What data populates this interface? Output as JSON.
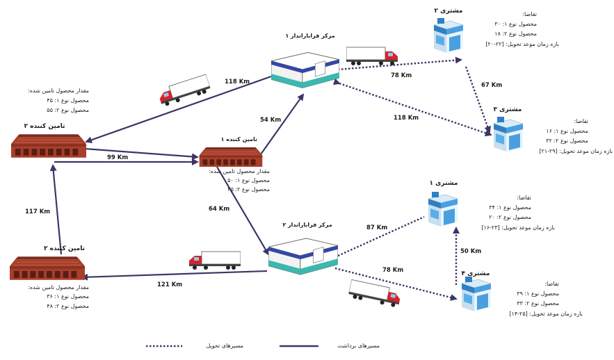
{
  "suppliers": [
    {
      "title": "تامین کننده ۲",
      "supply_title": "مقدار محصول تامین شده:",
      "lines": [
        "محصول نوع ۱: ۴۵",
        "محصول نوع ۲: ۵۵"
      ]
    },
    {
      "title": "تامین کننده ۱",
      "supply_title": "مقدار محصول تامین شده:",
      "lines": [
        "محصول نوع ۱: ۵۰",
        "محصول نوع ۲: ۲۵"
      ]
    },
    {
      "title": "تامین کننده ۲",
      "supply_title": "مقدار محصول تامین شده:",
      "lines": [
        "محصول نوع ۱: ۳۶",
        "محصول نوع ۲: ۴۸"
      ]
    }
  ],
  "centers": [
    {
      "title": "مرکز فرابارانداز ۱"
    },
    {
      "title": "مرکز فرابارانداز ۲"
    }
  ],
  "customers": [
    {
      "title": "مشتری ۲",
      "demand_title": "تقاضا:",
      "lines": [
        "محصول نوع ۱: ۳۰",
        "محصول نوع ۲: ۱۸"
      ],
      "window": "بازه زمان موعد تحویل: [۲۲-۲۰]"
    },
    {
      "title": "مشتری ۳",
      "demand_title": "تقاضا:",
      "lines": [
        "محصول نوع ۱: ۱۶",
        "محصول نوع ۲: ۳۲"
      ],
      "window": "بازه زمان موعد تحویل: [۲۹-۲۱]"
    },
    {
      "title": "مشتری ۱",
      "demand_title": "تقاضا:",
      "lines": [
        "محصول نوع ۱: ۳۴",
        "محصول نوع ۲: ۲۰"
      ],
      "window": "بازه زمان موعد تحویل: [۲۳-۱۶]"
    },
    {
      "title": "مشتری ۴",
      "demand_title": "تقاضا:",
      "lines": [
        "محصول نوع ۱: ۳۹",
        "محصول نوع ۲: ۳۳"
      ],
      "window": "بازه زمان موعد تحویل: [۲۵-۱۴]"
    }
  ],
  "distances": {
    "s2_c1": "118 Km",
    "s1_c1": "54 Km",
    "s2_s1": "99 Km",
    "s3_s2": "117 Km",
    "s1_c2": "64 Km",
    "c2_s3": "121 Km",
    "c1_cu2": "78 Km",
    "cu2_cu3": "67 Km",
    "c1_cu3": "118 Km",
    "c2_cu1": "87 Km",
    "cu1_cu4": "50 Km",
    "c2_cu4": "78 Km"
  },
  "legend": {
    "delivery": "مسیرهای تحویل",
    "pickup": "مسیرهای برداشت"
  },
  "colors": {
    "route": "#3d3566",
    "factory": "#b5462f",
    "truck_cab": "#d8222b",
    "roof": "#3347a8",
    "teal": "#3bb8b0",
    "store_blue": "#4a9fe0"
  }
}
